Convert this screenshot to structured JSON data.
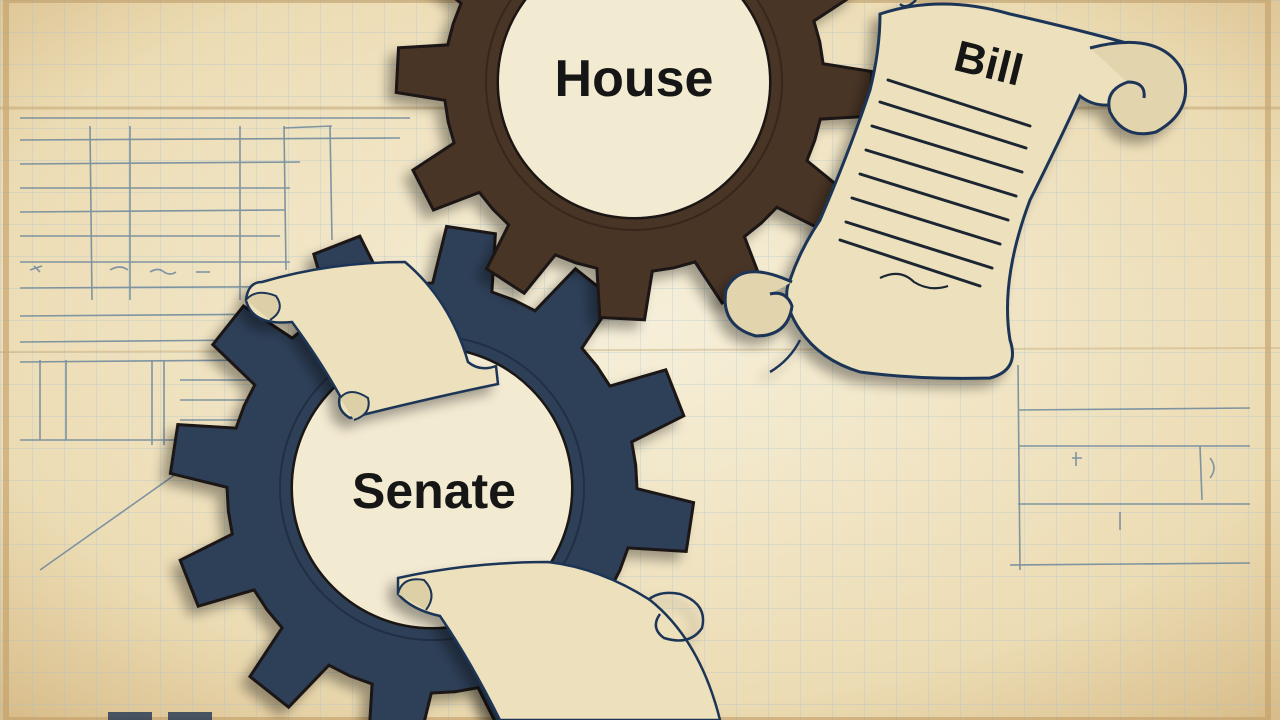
{
  "labels": {
    "house": "House",
    "senate": "Senate",
    "bill": "Bill"
  },
  "colors": {
    "paper": "#efe4c6",
    "paper_edge": "#c9a774",
    "grid": "#8fb2c9",
    "sketch": "#4d6e8c",
    "house_gear": "#4a3426",
    "senate_gear": "#2e3f58",
    "scroll_fill": "#ece0bd",
    "scroll_outline": "#1f3656"
  },
  "icons": {
    "house_gear": "gear-icon",
    "senate_gear": "gear-icon",
    "bill": "scroll-icon"
  }
}
